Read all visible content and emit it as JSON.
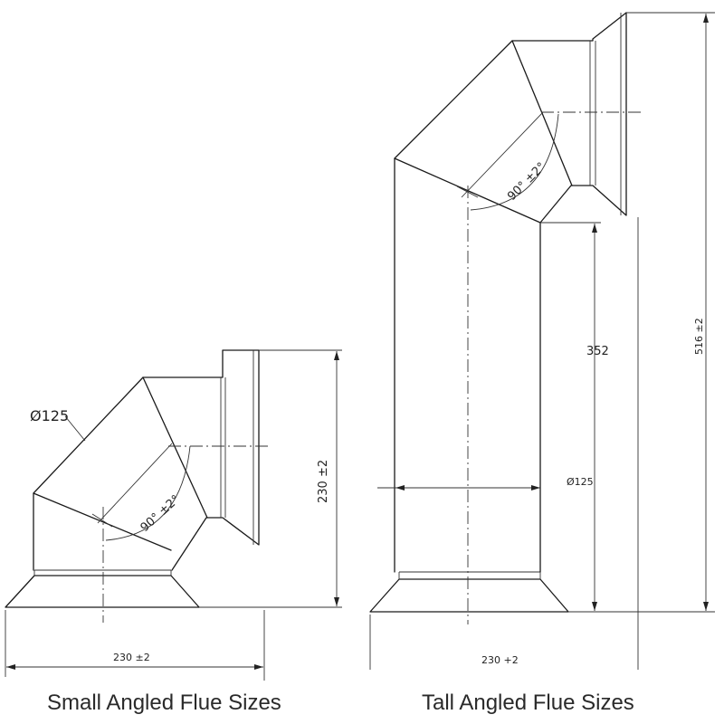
{
  "small": {
    "caption": "Small Angled Flue Sizes",
    "diameter": "Ø125",
    "angle": "90° ±2°",
    "height": "230 ±2",
    "width": "230 ±2"
  },
  "tall": {
    "caption": "Tall Angled Flue Sizes",
    "diameter": "Ø125",
    "angle": "90° ±2°",
    "inner_height": "352",
    "total_height": "516 ±2",
    "width": "230 +2"
  }
}
